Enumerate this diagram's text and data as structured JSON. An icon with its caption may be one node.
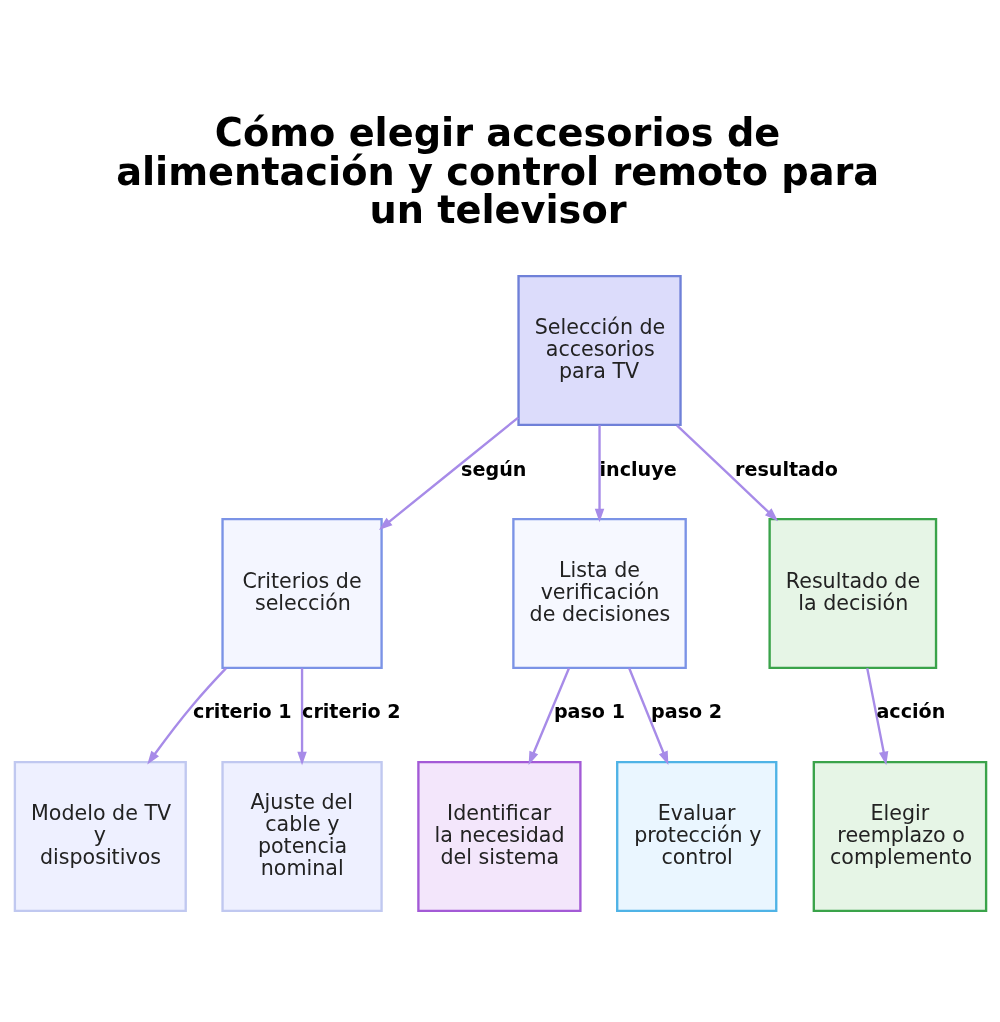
{
  "diagram": {
    "title": "Cómo elegir accesorios de alimentación y control remoto para un televisor",
    "nodes": [
      {
        "text": [
          "Selección de accesorios para TV"
        ]
      },
      {
        "text": [
          "Criterios de selección"
        ]
      },
      {
        "text": [
          "Lista de verificación de decisiones"
        ]
      },
      {
        "text": [
          "Resultado de la decisión"
        ]
      },
      {
        "text": [
          "Modelo de TV y dispositivos"
        ]
      },
      {
        "text": [
          "Ajuste del cable y potencia nominal"
        ]
      },
      {
        "text": [
          "Identificar la necesidad del sistema"
        ]
      },
      {
        "text": [
          "Evaluar protección y control"
        ]
      },
      {
        "text": [
          "Elegir reemplazo o complemento"
        ]
      }
    ],
    "edges": [
      {
        "from": 0,
        "to": 1,
        "arrow": "to",
        "label": "según"
      },
      {
        "from": 0,
        "to": 2,
        "arrow": "to",
        "label": "incluye"
      },
      {
        "from": 0,
        "to": 3,
        "arrow": "to",
        "label": "resultado"
      },
      {
        "from": 1,
        "to": 4,
        "arrow": "to",
        "label": "criterio 1"
      },
      {
        "from": 1,
        "to": 5,
        "arrow": "to",
        "label": "criterio 2"
      },
      {
        "from": 2,
        "to": 6,
        "arrow": "to",
        "label": "paso 1"
      },
      {
        "from": 2,
        "to": 7,
        "arrow": "to",
        "label": "paso 2"
      },
      {
        "from": 3,
        "to": 8,
        "arrow": "to",
        "label": "acción"
      }
    ]
  }
}
